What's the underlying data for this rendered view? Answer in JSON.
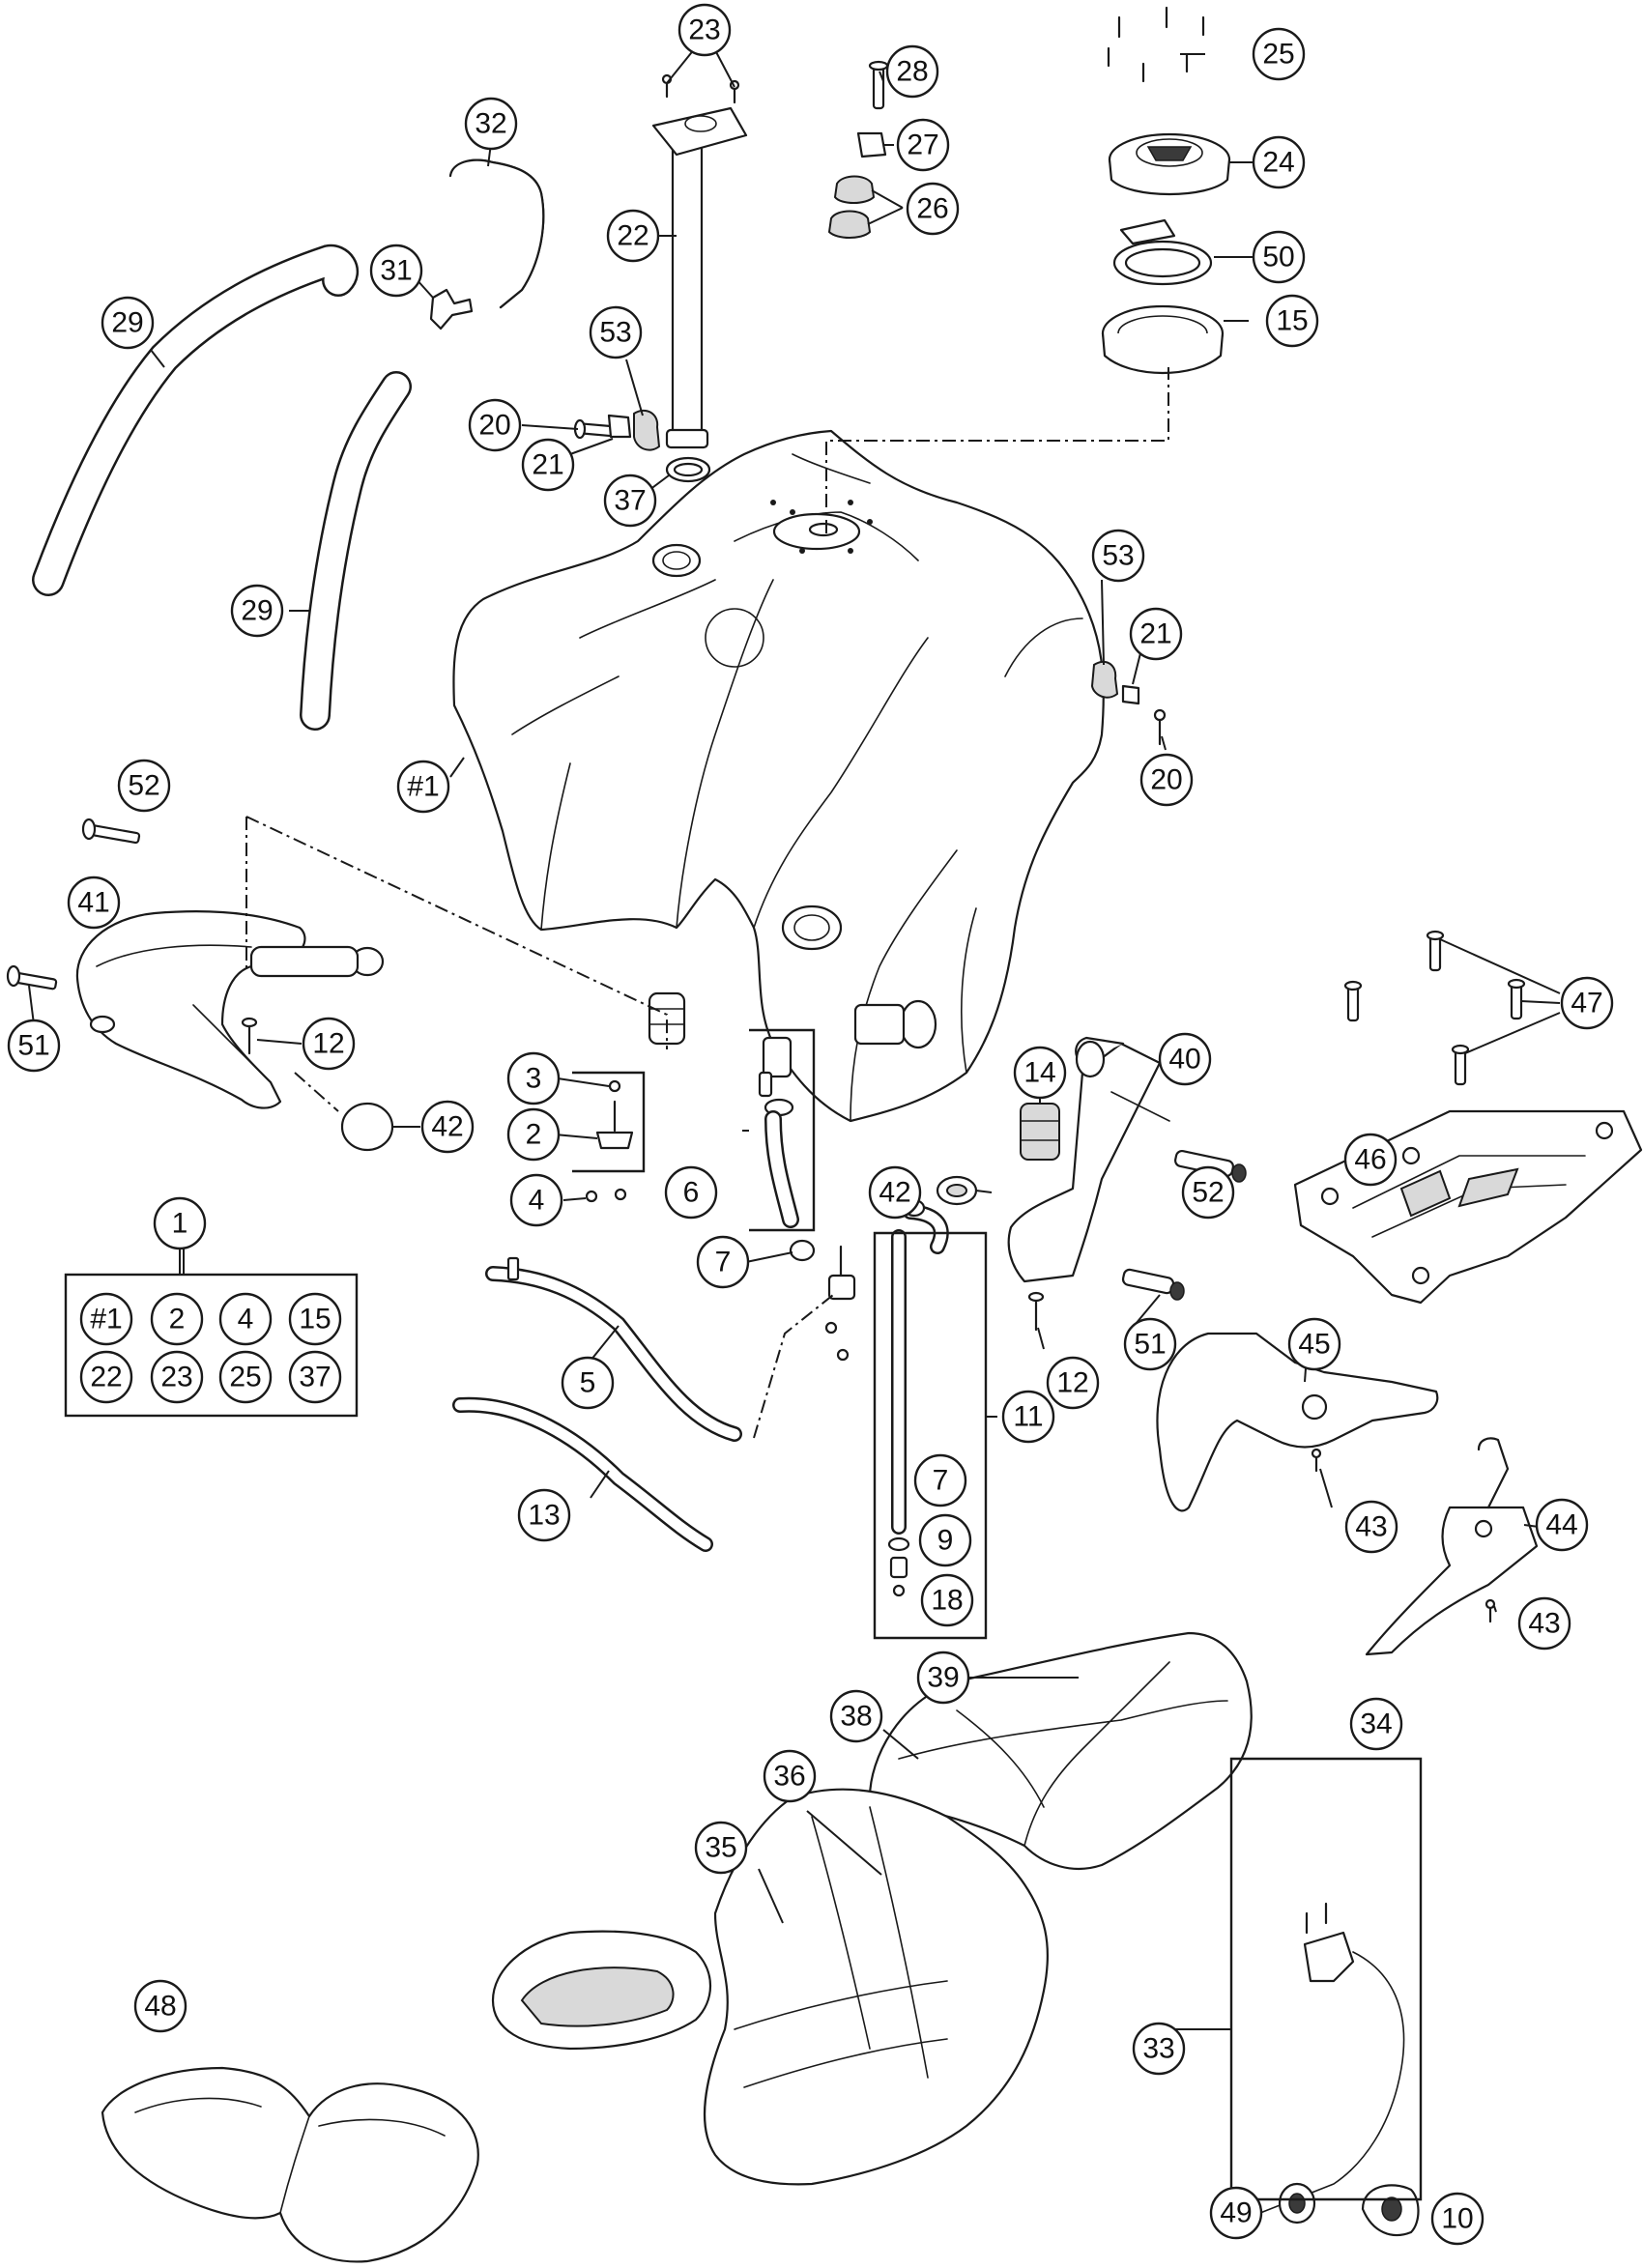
{
  "callouts": [
    {
      "id": "c23",
      "label": "23"
    },
    {
      "id": "c28",
      "label": "28"
    },
    {
      "id": "c25",
      "label": "25"
    },
    {
      "id": "c32",
      "label": "32"
    },
    {
      "id": "c27",
      "label": "27"
    },
    {
      "id": "c24",
      "label": "24"
    },
    {
      "id": "c26",
      "label": "26"
    },
    {
      "id": "c22",
      "label": "22"
    },
    {
      "id": "c50",
      "label": "50"
    },
    {
      "id": "c31",
      "label": "31"
    },
    {
      "id": "c53a",
      "label": "53"
    },
    {
      "id": "c29a",
      "label": "29"
    },
    {
      "id": "c15",
      "label": "15"
    },
    {
      "id": "c20a",
      "label": "20"
    },
    {
      "id": "c21a",
      "label": "21"
    },
    {
      "id": "c37",
      "label": "37"
    },
    {
      "id": "c53b",
      "label": "53"
    },
    {
      "id": "c29b",
      "label": "29"
    },
    {
      "id": "c21b",
      "label": "21"
    },
    {
      "id": "cH1",
      "label": "#1"
    },
    {
      "id": "c20b",
      "label": "20"
    },
    {
      "id": "c52a",
      "label": "52"
    },
    {
      "id": "c41",
      "label": "41"
    },
    {
      "id": "c47",
      "label": "47"
    },
    {
      "id": "c51a",
      "label": "51"
    },
    {
      "id": "c12a",
      "label": "12"
    },
    {
      "id": "c3",
      "label": "3"
    },
    {
      "id": "c14",
      "label": "14"
    },
    {
      "id": "c40",
      "label": "40"
    },
    {
      "id": "c46",
      "label": "46"
    },
    {
      "id": "c2",
      "label": "2"
    },
    {
      "id": "c42a",
      "label": "42"
    },
    {
      "id": "c4",
      "label": "4"
    },
    {
      "id": "c6",
      "label": "6"
    },
    {
      "id": "c42b",
      "label": "42"
    },
    {
      "id": "c52b",
      "label": "52"
    },
    {
      "id": "c1",
      "label": "1"
    },
    {
      "id": "c7a",
      "label": "7"
    },
    {
      "id": "c51b",
      "label": "51"
    },
    {
      "id": "c5",
      "label": "5"
    },
    {
      "id": "c12b",
      "label": "12"
    },
    {
      "id": "c45",
      "label": "45"
    },
    {
      "id": "c11",
      "label": "11"
    },
    {
      "id": "c7b",
      "label": "7"
    },
    {
      "id": "c13",
      "label": "13"
    },
    {
      "id": "c9",
      "label": "9"
    },
    {
      "id": "c43a",
      "label": "43"
    },
    {
      "id": "c44",
      "label": "44"
    },
    {
      "id": "c18",
      "label": "18"
    },
    {
      "id": "c43b",
      "label": "43"
    },
    {
      "id": "c39",
      "label": "39"
    },
    {
      "id": "c38",
      "label": "38"
    },
    {
      "id": "c36",
      "label": "36"
    },
    {
      "id": "c34",
      "label": "34"
    },
    {
      "id": "c35",
      "label": "35"
    },
    {
      "id": "c48",
      "label": "48"
    },
    {
      "id": "c33",
      "label": "33"
    },
    {
      "id": "c49",
      "label": "49"
    },
    {
      "id": "c10",
      "label": "10"
    }
  ],
  "kit": {
    "items": [
      "#1",
      "2",
      "4",
      "15",
      "22",
      "23",
      "25",
      "37"
    ]
  }
}
